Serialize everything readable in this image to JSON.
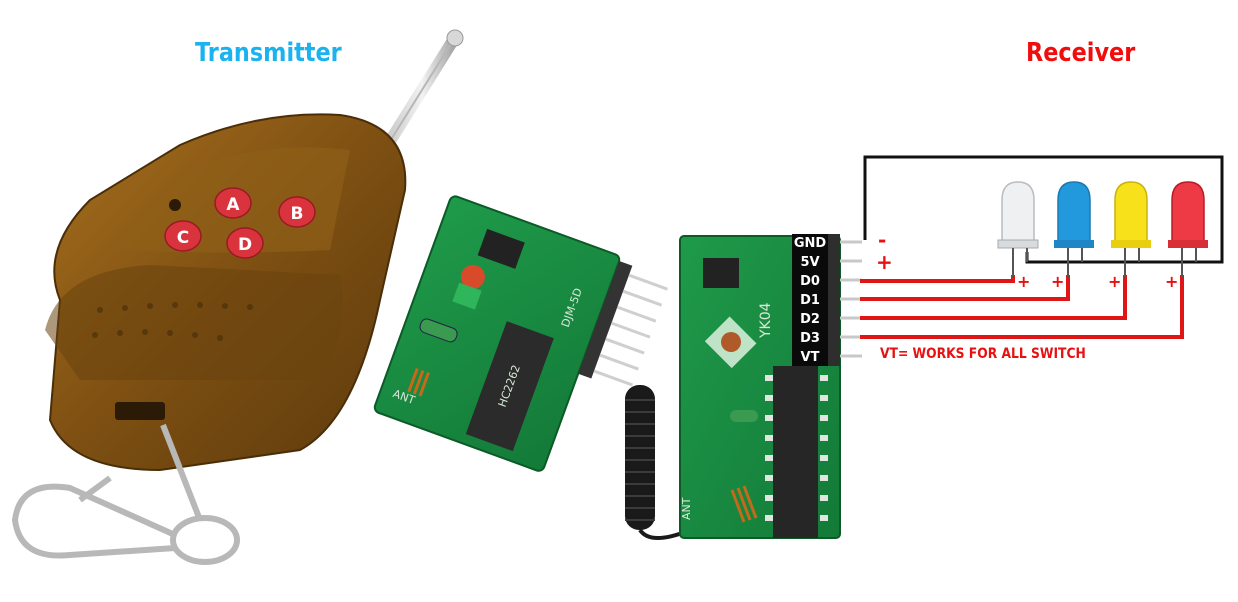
{
  "transmitter": {
    "title": "Transmitter",
    "title_color": "#1ab2ef",
    "remote": {
      "buttons": [
        {
          "label": "A"
        },
        {
          "label": "B"
        },
        {
          "label": "C"
        },
        {
          "label": "D"
        }
      ],
      "button_color": "#d9343e",
      "shell_color": "#8a5a14"
    },
    "module": {
      "pcb_label": "DJM-5D",
      "chip_label": "HC2262",
      "ant_label": "ANT"
    }
  },
  "receiver": {
    "title": "Receiver",
    "title_color": "#f20d0d",
    "module": {
      "board_label": "YK04",
      "ant_label": "ANT",
      "pins": [
        {
          "label": "GND"
        },
        {
          "label": "5V"
        },
        {
          "label": "D0"
        },
        {
          "label": "D1"
        },
        {
          "label": "D2"
        },
        {
          "label": "D3"
        },
        {
          "label": "VT"
        }
      ]
    },
    "polarity": {
      "gnd_sign": "-",
      "vcc_sign": "+",
      "led_sign": "+"
    },
    "leds": [
      {
        "name": "white",
        "color": "#eef0f2"
      },
      {
        "name": "blue",
        "color": "#2399dd"
      },
      {
        "name": "yellow",
        "color": "#f7e11a"
      },
      {
        "name": "red",
        "color": "#ee3a44"
      }
    ],
    "note": "VT= WORKS FOR ALL SWITCH",
    "wire_colors": {
      "signal": "#e01515",
      "ground": "#111111"
    }
  }
}
